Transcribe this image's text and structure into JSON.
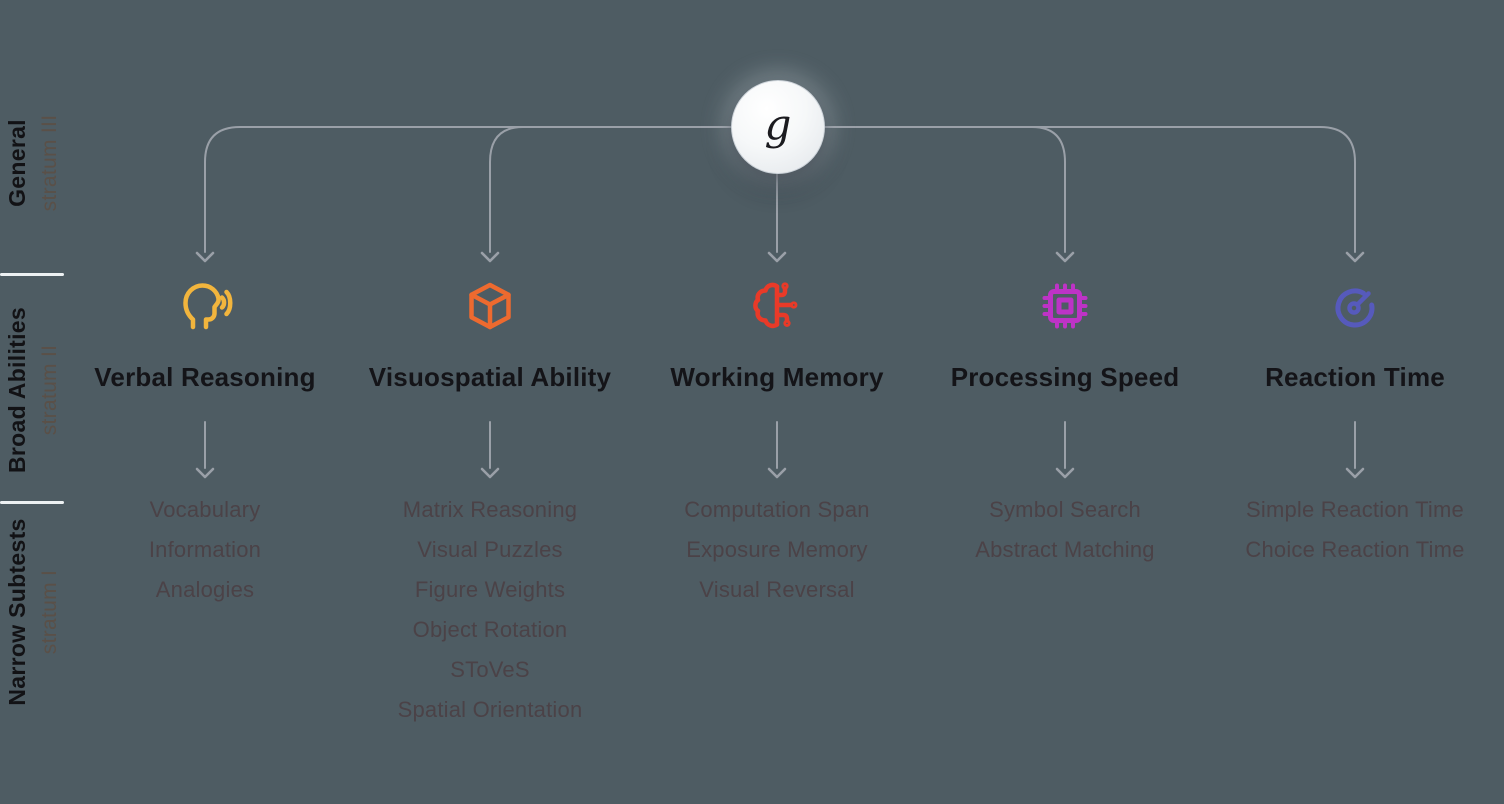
{
  "canvas": {
    "background": "#4e5c63",
    "divider_color": "#edf1f3"
  },
  "connectors": {
    "color": "#9aa0a8"
  },
  "sidebar": {
    "sections": [
      {
        "label": "General",
        "stratum": "stratum III"
      },
      {
        "label": "Broad Abilities",
        "stratum": "stratum II"
      },
      {
        "label": "Narrow Subtests",
        "stratum": "stratum I"
      }
    ]
  },
  "g_node": {
    "label": "g"
  },
  "columns": [
    {
      "label": "Verbal Reasoning",
      "icon": "speaking-head-icon",
      "color": "#f2b53d",
      "subtests": [
        "Vocabulary",
        "Information",
        "Analogies"
      ]
    },
    {
      "label": "Visuospatial Ability",
      "icon": "cube-icon",
      "color": "#ed6a2f",
      "subtests": [
        "Matrix Reasoning",
        "Visual Puzzles",
        "Figure Weights",
        "Object Rotation",
        "SToVeS",
        "Spatial Orientation"
      ]
    },
    {
      "label": "Working Memory",
      "icon": "brain-circuit-icon",
      "color": "#e93a28",
      "subtests": [
        "Computation Span",
        "Exposure Memory",
        "Visual Reversal"
      ]
    },
    {
      "label": "Processing Speed",
      "icon": "cpu-chip-icon",
      "color": "#bd33c6",
      "subtests": [
        "Symbol Search",
        "Abstract Matching"
      ]
    },
    {
      "label": "Reaction Time",
      "icon": "gauge-icon",
      "color": "#565abc",
      "subtests": [
        "Simple Reaction Time",
        "Choice Reaction Time"
      ]
    }
  ]
}
